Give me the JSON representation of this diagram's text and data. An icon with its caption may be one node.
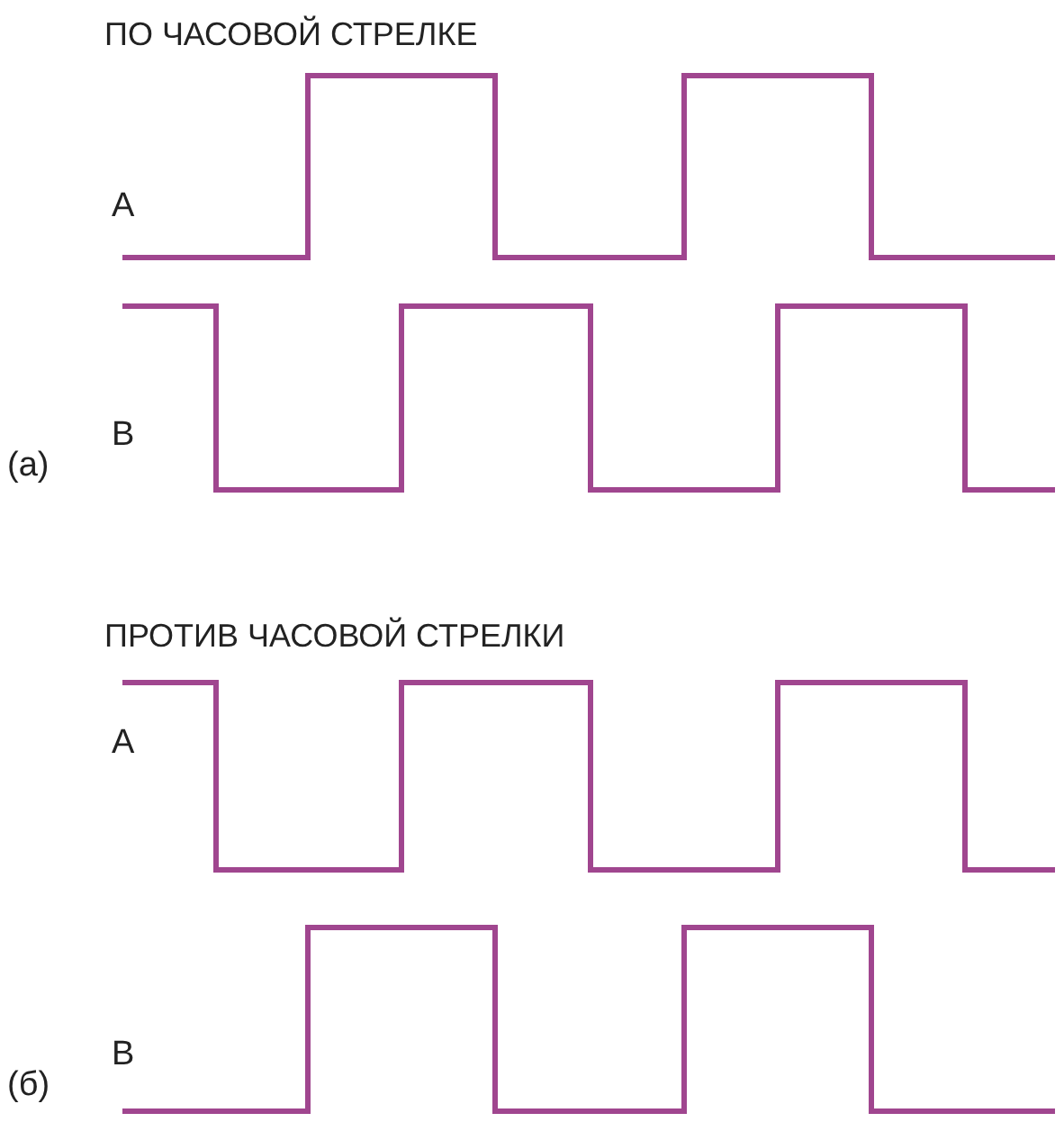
{
  "diagram": {
    "labels": [
      "ПО ЧАСОВОЙ СТРЕЛКЕ",
      "A",
      "B",
      "(а)",
      "ПРОТИВ ЧАСОВОЙ СТРЕЛКИ",
      "A",
      "B",
      "(б)"
    ]
  }
}
